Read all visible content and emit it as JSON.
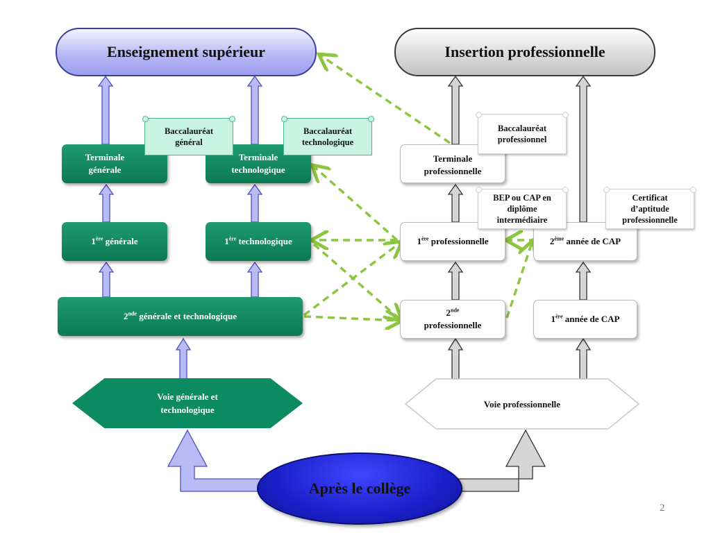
{
  "nodes": {
    "enseignement_superieur": "Enseignement supérieur",
    "insertion_professionnelle": "Insertion professionnelle",
    "terminale_generale": "Terminale générale",
    "terminale_technologique": "Terminale technologique",
    "bac_general": "Baccalauréat général",
    "bac_technologique": "Baccalauréat technologique",
    "premiere_generale_sup": "ère",
    "premiere_generale_text": "générale",
    "premiere_techno_sup": "ère",
    "premiere_techno_text": "technologique",
    "seconde_gt_sup": "nde",
    "seconde_gt_text": "générale et technologique",
    "voie_gt": "Voie générale et technologique",
    "terminale_pro": "Terminale professionnelle",
    "bac_pro": "Baccalauréat professionnel",
    "bep_cap": "BEP ou CAP en diplôme intermédiaire",
    "certificat": "Certificat d’aptitude professionnelle",
    "premiere_pro_sup": "ère",
    "premiere_pro_text": "professionnelle",
    "deuxieme_cap_sup": "ème",
    "deuxieme_cap_text": "année de CAP",
    "seconde_pro_sup": "nde",
    "seconde_pro_text": "professionnelle",
    "premiere_cap_sup": "ère",
    "premiere_cap_text": "année de CAP",
    "voie_pro": "Voie professionnelle",
    "apres_college": "Après le collège"
  },
  "page_number": "2",
  "colors": {
    "green": "#0c8a62",
    "blue_arrow": "#b8bbf5",
    "grey_arrow": "#d0d0d0",
    "dashed_link": "#8cc63f",
    "ellipse": "#1a1fc9"
  }
}
